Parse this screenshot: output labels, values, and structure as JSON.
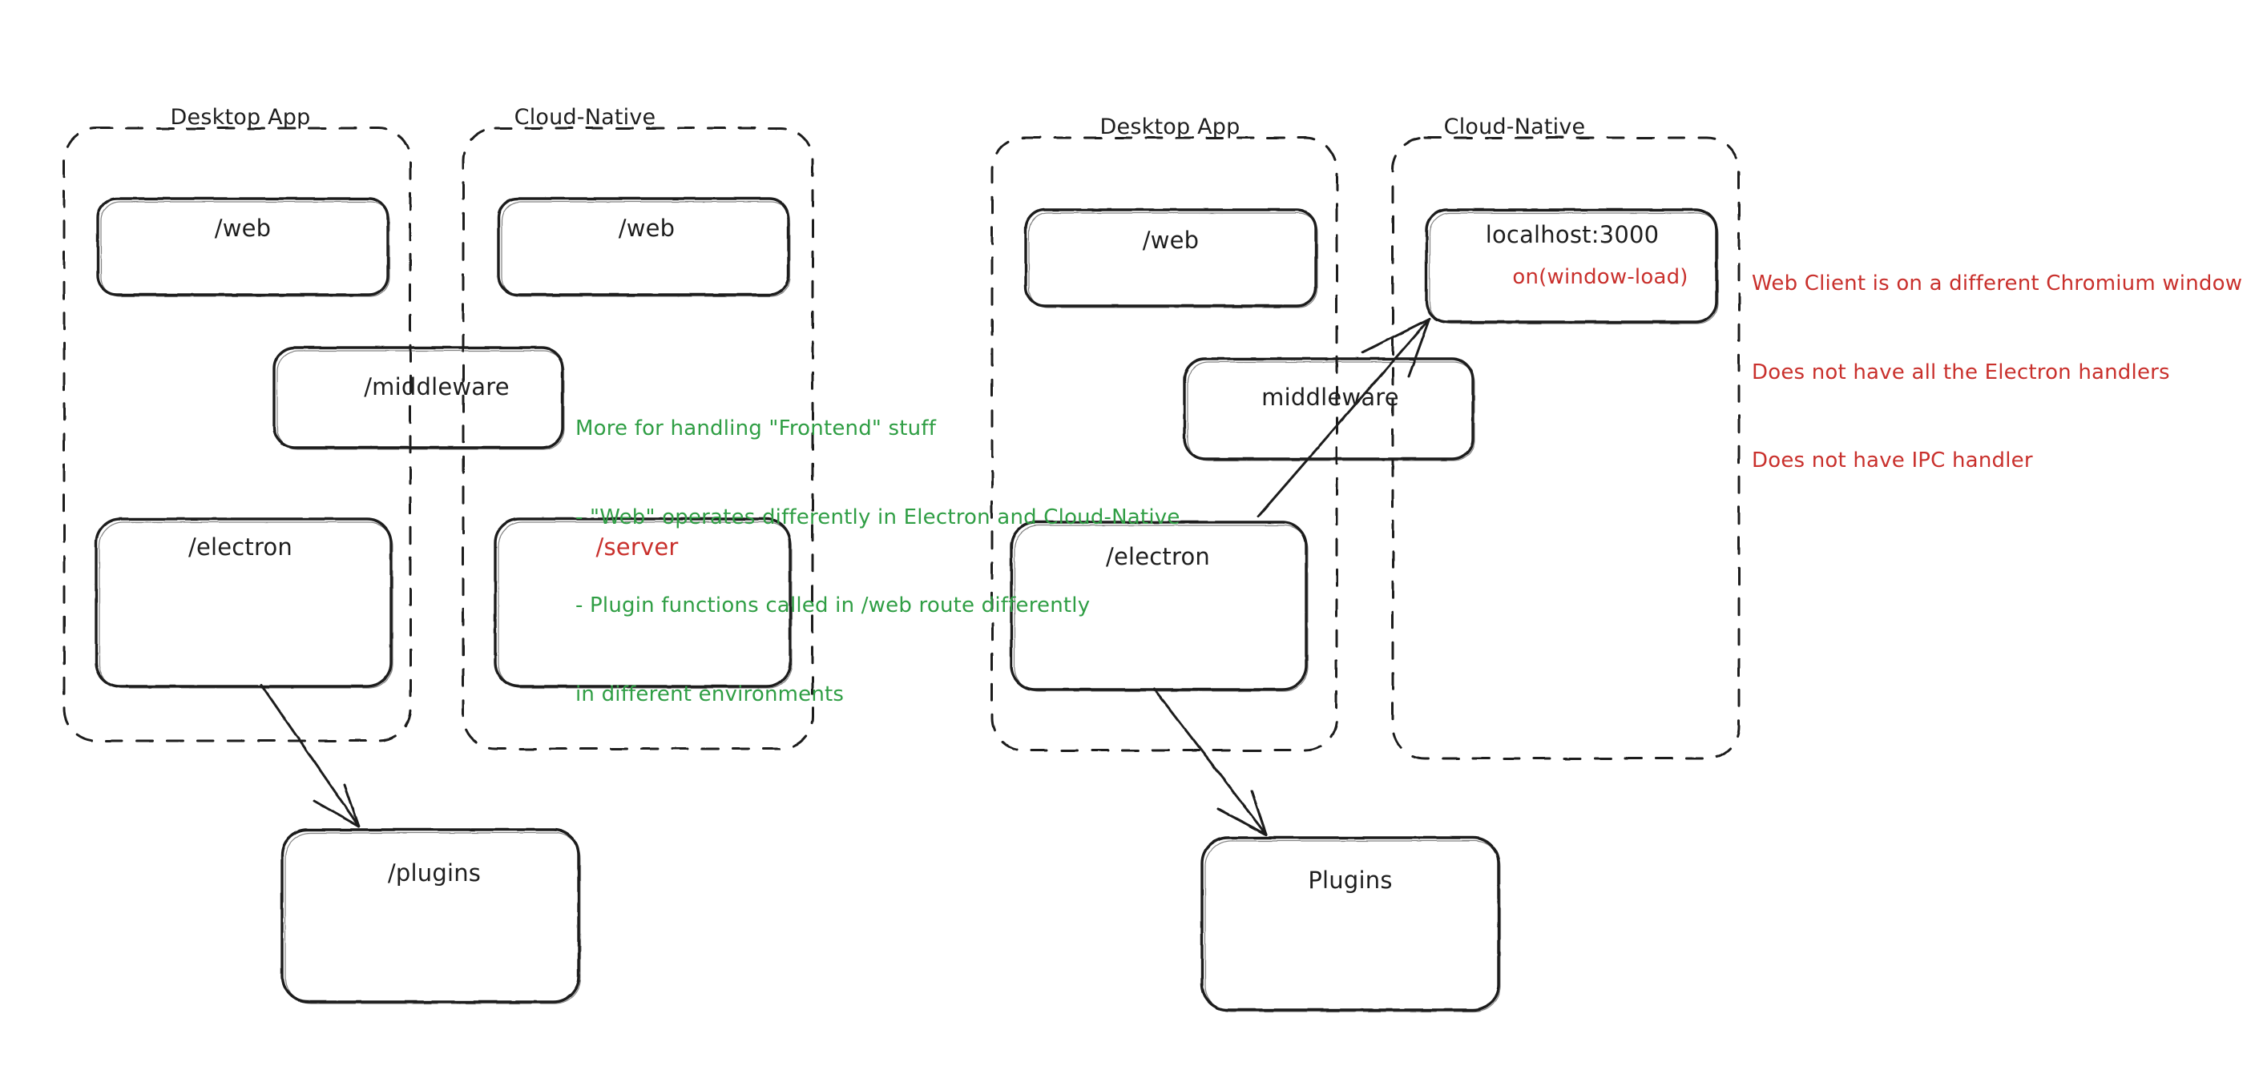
{
  "page": {
    "background": "#ffffff",
    "ink": "#1e1e1e",
    "accent_green": "#2f9e44",
    "accent_red": "#c9302c"
  },
  "diagrams": [
    {
      "name": "current-architecture",
      "groups": [
        {
          "title": "Desktop App",
          "boxes": [
            {
              "label": "/web",
              "sub": ""
            },
            {
              "label": "/electron",
              "sub": ""
            }
          ]
        },
        {
          "title": "Cloud-Native",
          "boxes": [
            {
              "label": "/web",
              "sub": ""
            },
            {
              "label": "/server",
              "sub": ""
            }
          ]
        }
      ],
      "shared_box": {
        "label": "/middleware"
      },
      "plugins_box": {
        "label": "/plugins"
      }
    },
    {
      "name": "proposed-architecture",
      "groups": [
        {
          "title": "Desktop App",
          "boxes": [
            {
              "label": "/web",
              "sub": ""
            },
            {
              "label": "/electron",
              "sub": ""
            }
          ]
        },
        {
          "title": "Cloud-Native",
          "boxes": [
            {
              "label": "localhost:3000",
              "sub": "on(window-load)"
            }
          ]
        }
      ],
      "shared_box": {
        "label": "middleware"
      },
      "plugins_box": {
        "label": "Plugins"
      }
    }
  ],
  "labels": {
    "left_desktop_title": "Desktop App",
    "left_cloud_title": "Cloud-Native",
    "left_web_desktop": "/web",
    "left_web_cloud": "/web",
    "left_middleware": "/middleware",
    "left_electron": "/electron",
    "left_server": "/server",
    "left_plugins": "/plugins",
    "right_desktop_title": "Desktop App",
    "right_cloud_title": "Cloud-Native",
    "right_web_desktop": "/web",
    "right_localhost": "localhost:3000",
    "right_localhost_sub": "on(window-load)",
    "right_middleware": "middleware",
    "right_electron": "/electron",
    "right_plugins": "Plugins"
  },
  "annotations": {
    "green_note": {
      "color": "#2f9e44",
      "lines": [
        "More for handling \"Frontend\" stuff",
        "- \"Web\" operates differently in Electron and Cloud-Native",
        "- Plugin functions called in /web route differently",
        "in different environments"
      ]
    },
    "red_note": {
      "color": "#c9302c",
      "lines": [
        "Web Client is on a different Chromium window",
        "Does not have all the Electron handlers",
        "Does not have IPC handler"
      ]
    }
  }
}
